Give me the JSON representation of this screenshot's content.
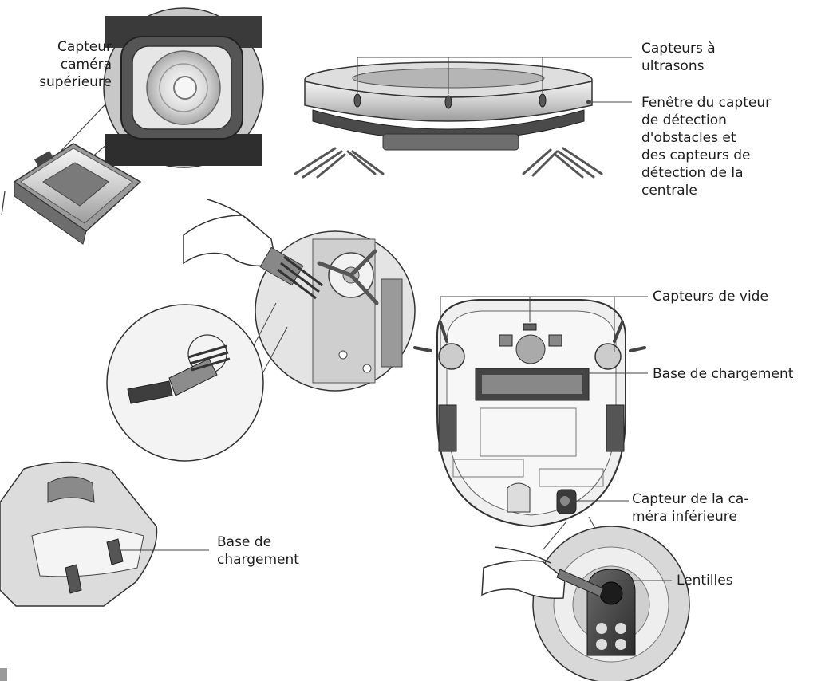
{
  "labels": {
    "top_camera": [
      "Capteur",
      "caméra",
      "supérieure"
    ],
    "ultrasonic": [
      "Capteurs à",
      "ultrasons"
    ],
    "obstacle_window": [
      "Fenêtre du capteur",
      "de détection",
      "d'obstacles et",
      "des capteurs de",
      "détection de la",
      "centrale"
    ],
    "cliff_sensors": "Capteurs de vide",
    "charging_contacts_robot": "Base de chargement",
    "charging_base": [
      "Base de",
      "chargement"
    ],
    "bottom_camera": [
      "Capteur de la ca-",
      "méra inférieure"
    ],
    "lenses": "Lentilles"
  }
}
